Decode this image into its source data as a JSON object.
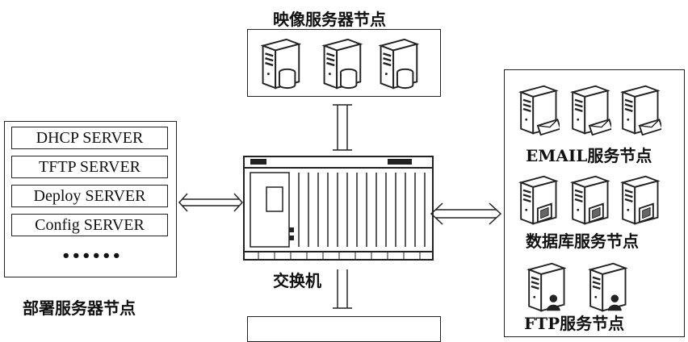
{
  "top_node": {
    "label": "映像服务器节点"
  },
  "deploy_node": {
    "servers": [
      "DHCP SERVER",
      "TFTP SERVER",
      "Deploy SERVER",
      "Config SERVER"
    ],
    "ellipsis": "••••••",
    "label": "部署服务器节点"
  },
  "switch": {
    "label": "交换机"
  },
  "right_nodes": {
    "email_label": "EMAIL服务节点",
    "db_label": "数据库服务节点",
    "ftp_label": "FTP服务节点"
  },
  "colors": {
    "line": "#222222",
    "fill": "#ffffff",
    "text": "#111111"
  }
}
